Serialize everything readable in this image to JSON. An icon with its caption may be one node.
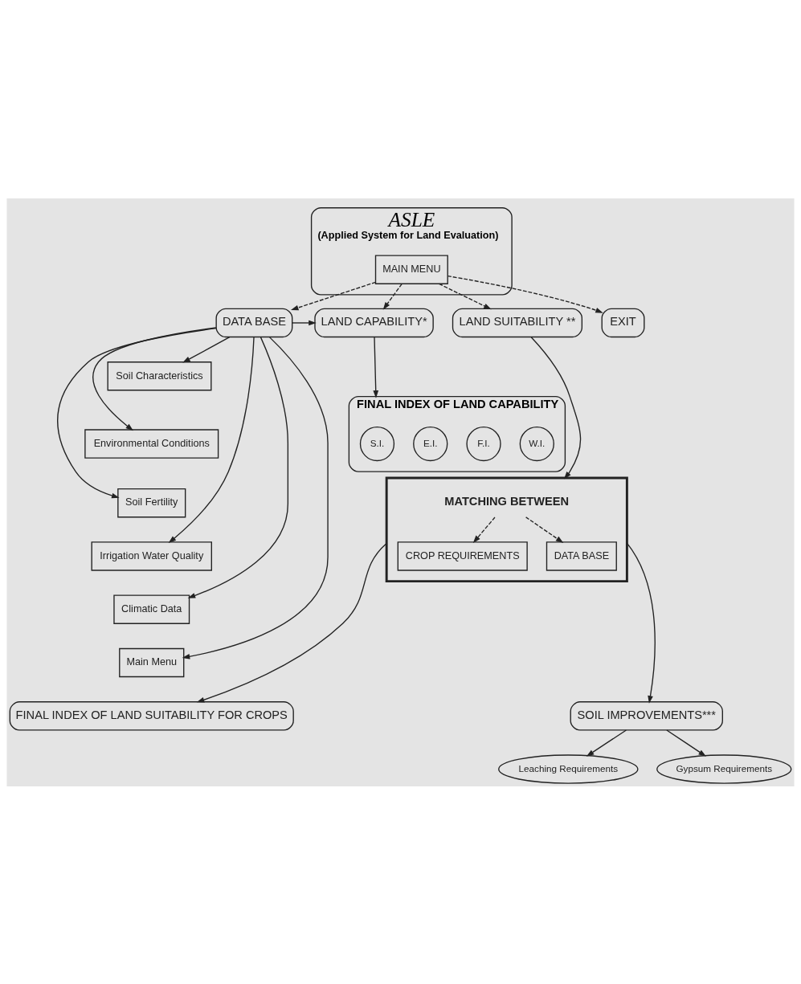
{
  "diagram": {
    "nodes": [
      {
        "text": [
          "ASLE",
          "(Applied System for Land Evaluation)"
        ]
      },
      {
        "text": [
          "MAIN MENU"
        ],
        "in": 0
      },
      {
        "text": [
          "DATA BASE"
        ]
      },
      {
        "text": [
          "LAND CAPABILITY*"
        ]
      },
      {
        "text": [
          "LAND SUITABILITY **"
        ]
      },
      {
        "text": [
          "EXIT"
        ]
      },
      {
        "text": [
          "Soil Characteristics"
        ]
      },
      {
        "text": [
          "Environmental Conditions"
        ]
      },
      {
        "text": [
          "Soil Fertility"
        ]
      },
      {
        "text": [
          "Irrigation Water Quality"
        ]
      },
      {
        "text": [
          "Climatic Data"
        ]
      },
      {
        "text": [
          "Main Menu"
        ]
      },
      {
        "text": [
          "FINAL INDEX OF LAND CAPABILITY"
        ]
      },
      {
        "text": [
          "S.I."
        ],
        "in": 12
      },
      {
        "text": [
          "E.I."
        ],
        "in": 12
      },
      {
        "text": [
          "F.I."
        ],
        "in": 12
      },
      {
        "text": [
          "W.I."
        ],
        "in": 12
      },
      {
        "text": [],
        "shape": "trapezoid"
      },
      {
        "text": [
          "MATCHING BETWEEN"
        ],
        "in": 17
      },
      {
        "text": [
          "CROP REQUIREMENTS"
        ],
        "in": 17
      },
      {
        "text": [
          "DATA BASE"
        ],
        "in": 17
      },
      {
        "text": [
          "FINAL INDEX OF LAND SUITABILITY FOR CROPS"
        ]
      },
      {
        "text": [
          "SOIL IMPROVEMENTS***"
        ]
      },
      {
        "text": [
          "Leaching Requirements"
        ]
      },
      {
        "text": [
          "Gypsum Requirements"
        ]
      }
    ],
    "edges": [
      {
        "from": 1,
        "to": 2,
        "arrow": "to",
        "style": "dashed"
      },
      {
        "from": 1,
        "to": 3,
        "arrow": "to",
        "style": "dashed"
      },
      {
        "from": 1,
        "to": 4,
        "arrow": "to",
        "style": "dashed"
      },
      {
        "from": 1,
        "to": 5,
        "arrow": "to",
        "style": "dashed"
      },
      {
        "from": 2,
        "to": 3,
        "arrow": "to"
      },
      {
        "from": 2,
        "to": 6,
        "arrow": "to"
      },
      {
        "from": 2,
        "to": 7,
        "arrow": "to"
      },
      {
        "from": 2,
        "to": 8,
        "arrow": "to"
      },
      {
        "from": 2,
        "to": 9,
        "arrow": "to"
      },
      {
        "from": 2,
        "to": 10,
        "arrow": "to"
      },
      {
        "from": 2,
        "to": 11,
        "arrow": "to"
      },
      {
        "from": 3,
        "to": 12,
        "arrow": "to"
      },
      {
        "from": 4,
        "to": 17,
        "arrow": "to"
      },
      {
        "from": 18,
        "to": 19,
        "arrow": "to",
        "style": "dashed"
      },
      {
        "from": 18,
        "to": 20,
        "arrow": "to",
        "style": "dashed"
      },
      {
        "from": 17,
        "to": 21,
        "arrow": "to"
      },
      {
        "from": 17,
        "to": 22,
        "arrow": "to"
      },
      {
        "from": 22,
        "to": 23,
        "arrow": "to"
      },
      {
        "from": 22,
        "to": 24,
        "arrow": "to"
      }
    ]
  }
}
